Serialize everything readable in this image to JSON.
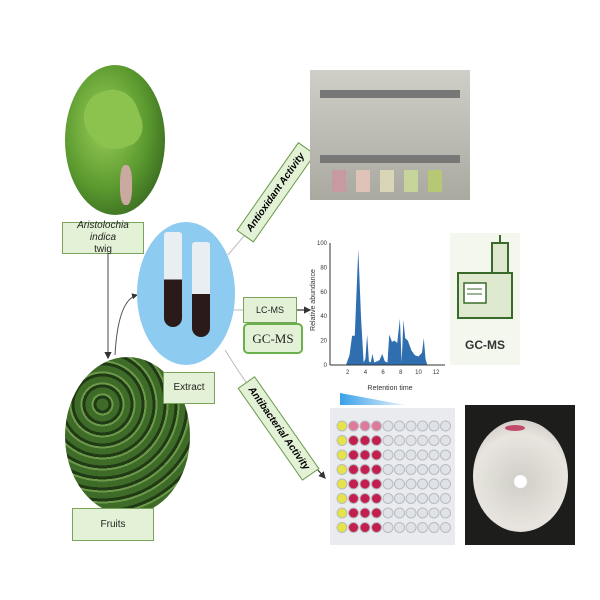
{
  "labels": {
    "plant": "Aristolochia indica",
    "plant_part": "twig",
    "fruits": "Fruits",
    "extract": "Extract",
    "antioxidant": "Antioxidant Activity",
    "antibacterial": "Antibacterial Activity",
    "lcms": "LC-MS",
    "gcms": "GC-MS",
    "gcms_instrument": "GC-MS"
  },
  "colors": {
    "label_fill": "#e3f2d6",
    "label_border": "#7aa35c",
    "extract_bg": "#8ecbf0",
    "peak": "#2f6fb0"
  },
  "chart_data": {
    "type": "area",
    "title": "",
    "xlabel": "Retention time",
    "ylabel": "Relative abundance",
    "xlim": [
      0,
      13
    ],
    "ylim": [
      0,
      100
    ],
    "xticks": [
      "2",
      "4",
      "6",
      "8",
      "10",
      "12"
    ],
    "yticks": [
      "0",
      "20",
      "40",
      "60",
      "80",
      "100"
    ],
    "x": [
      1.8,
      2.2,
      2.5,
      2.8,
      3.0,
      3.2,
      3.5,
      3.8,
      4.0,
      4.2,
      4.4,
      4.6,
      4.8,
      5.0,
      5.3,
      5.6,
      5.9,
      6.2,
      6.5,
      6.7,
      7.0,
      7.3,
      7.6,
      7.9,
      8.1,
      8.3,
      8.5,
      8.8,
      9.2,
      9.6,
      10.0,
      10.4,
      10.6,
      10.8,
      11.0
    ],
    "y": [
      0,
      8,
      24,
      24,
      60,
      95,
      40,
      2,
      5,
      25,
      3,
      2,
      9,
      2,
      3,
      4,
      9,
      3,
      2,
      25,
      19,
      20,
      18,
      38,
      2,
      37,
      22,
      20,
      12,
      8,
      7,
      10,
      22,
      5,
      0
    ]
  }
}
